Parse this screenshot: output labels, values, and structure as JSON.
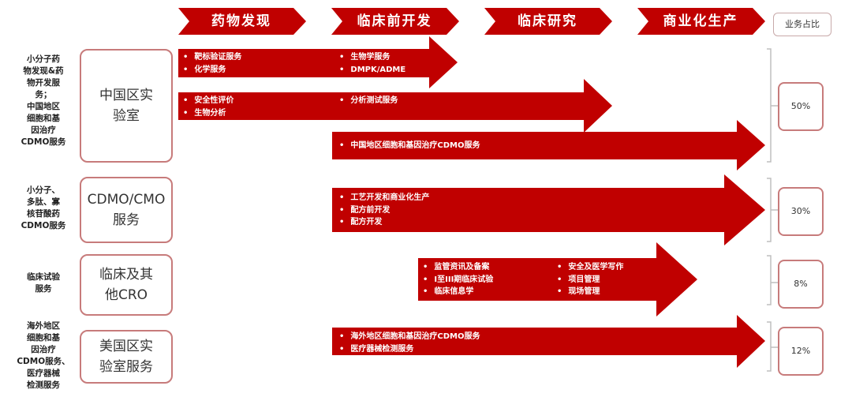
{
  "stages": [
    "药物发现",
    "临床前开发",
    "临床研究",
    "商业化生产"
  ],
  "share_header": "业务占比",
  "segments": [
    {
      "description": "小分子药\n物发现&药\n物开发服\n务；\n中国地区\n细胞和基\n因治疗\nCDMO服务",
      "category": "中国区实\n验室",
      "share": "50%",
      "arrows": [
        {
          "col1": [
            "靶标验证服务",
            "化学服务"
          ],
          "col2": [
            "生物学服务",
            "DMPK/ADME"
          ]
        },
        {
          "col1": [
            "安全性评价",
            "生物分析"
          ],
          "col2": [
            "分析测试服务"
          ]
        },
        {
          "col1": [
            "中国地区细胞和基因治疗CDMO服务"
          ]
        }
      ]
    },
    {
      "description": "小分子、\n多肽、寡\n核苷酸药\nCDMO服务",
      "category": "CDMO/CMO\n服务",
      "share": "30%",
      "arrows": [
        {
          "col1": [
            "工艺开发和商业化生产",
            "配方前开发",
            "配方开发"
          ]
        }
      ]
    },
    {
      "description": "临床试验\n服务",
      "category": "临床及其\n他CRO",
      "share": "8%",
      "arrows": [
        {
          "col1": [
            "监管资讯及备案",
            "I至III期临床试验",
            "临床信息学"
          ],
          "col2": [
            "安全及医学写作",
            "项目管理",
            "现场管理"
          ]
        }
      ]
    },
    {
      "description": "海外地区\n细胞和基\n因治疗\nCDMO服务、\n医疗器械\n检测服务",
      "category": "美国区实\n验室服务",
      "share": "12%",
      "arrows": [
        {
          "col1": [
            "海外地区细胞和基因治疗CDMO服务",
            "医疗器械检测服务"
          ]
        }
      ]
    }
  ],
  "colors": {
    "arrow_red": "#c00000",
    "box_border": "#c77b7b"
  }
}
